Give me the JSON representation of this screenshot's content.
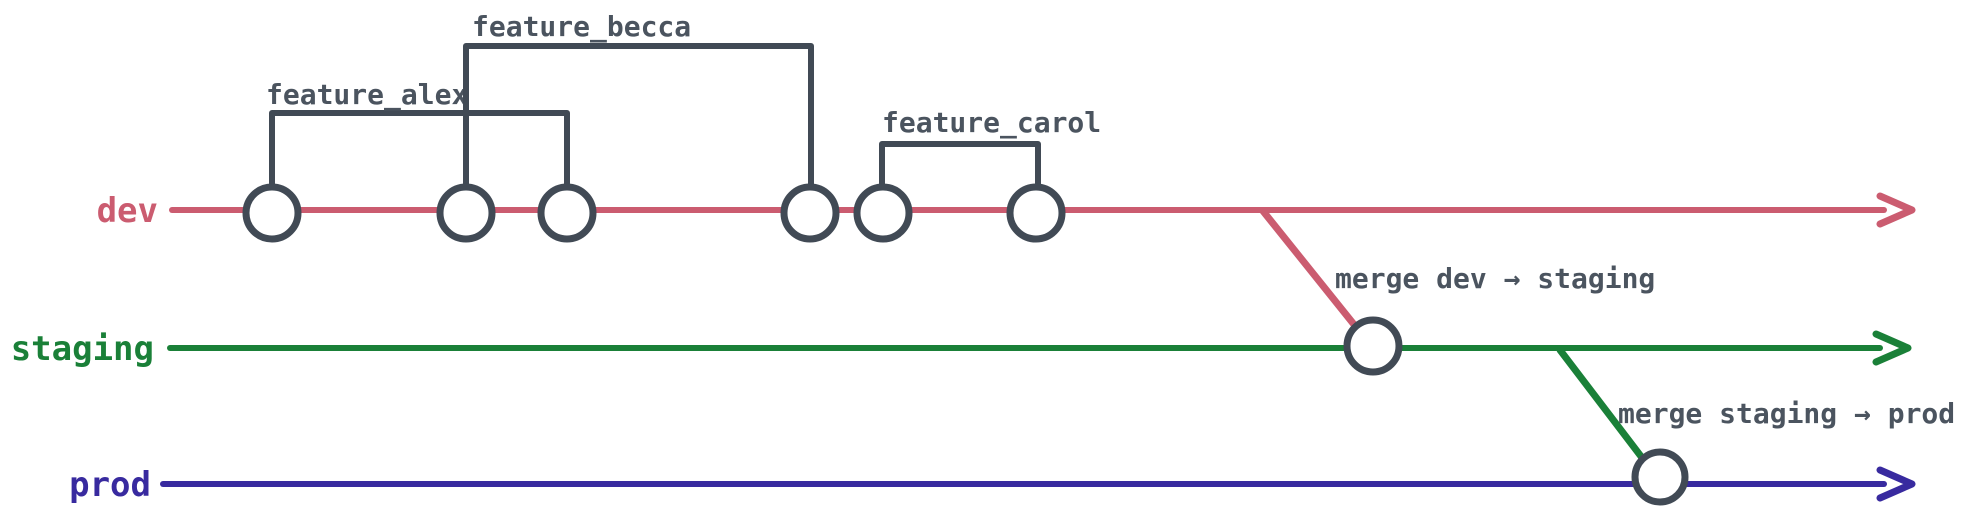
{
  "diagram": {
    "type": "git-branch-flow",
    "background": "#ffffff",
    "node_stroke_color": "#414a55",
    "text_color": "#4b545f",
    "branches": [
      {
        "id": "dev",
        "label": "dev",
        "color": "#cb5c70",
        "commit_count": 6
      },
      {
        "id": "staging",
        "label": "staging",
        "color": "#1a8038",
        "commit_count": 1
      },
      {
        "id": "prod",
        "label": "prod",
        "color": "#382a9f",
        "commit_count": 1
      }
    ],
    "features": [
      {
        "label": "feature_alex",
        "branch": "dev",
        "from_commit": 1,
        "to_commit": 3
      },
      {
        "label": "feature_becca",
        "branch": "dev",
        "from_commit": 2,
        "to_commit": 4
      },
      {
        "label": "feature_carol",
        "branch": "dev",
        "from_commit": 5,
        "to_commit": 6
      }
    ],
    "merges": [
      {
        "label": "merge dev → staging",
        "from": "dev",
        "to": "staging"
      },
      {
        "label": "merge staging → prod",
        "from": "staging",
        "to": "prod"
      }
    ]
  }
}
